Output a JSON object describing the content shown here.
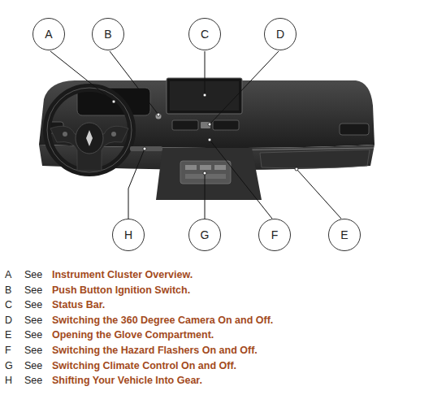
{
  "diagram": {
    "nodes": [
      {
        "text": [
          "A"
        ]
      },
      {
        "text": [
          "B"
        ]
      },
      {
        "text": [
          "C"
        ]
      },
      {
        "text": [
          "D"
        ]
      },
      {
        "text": [
          "H"
        ]
      },
      {
        "text": [
          "G"
        ]
      },
      {
        "text": [
          "F"
        ]
      },
      {
        "text": [
          "E"
        ]
      }
    ],
    "labels": [
      "A",
      "See",
      "Instrument Cluster Overview.",
      "B",
      "See",
      "Push Button Ignition Switch.",
      "C",
      "See",
      "Status Bar.",
      "D",
      "See",
      "Switching the 360 Degree Camera On and Off.",
      "E",
      "See",
      "Opening the Glove Compartment.",
      "F",
      "See",
      "Switching the Hazard Flashers On and Off.",
      "G",
      "See",
      "Switching Climate Control On and Off.",
      "H",
      "See",
      "Shifting Your Vehicle Into Gear."
    ]
  }
}
